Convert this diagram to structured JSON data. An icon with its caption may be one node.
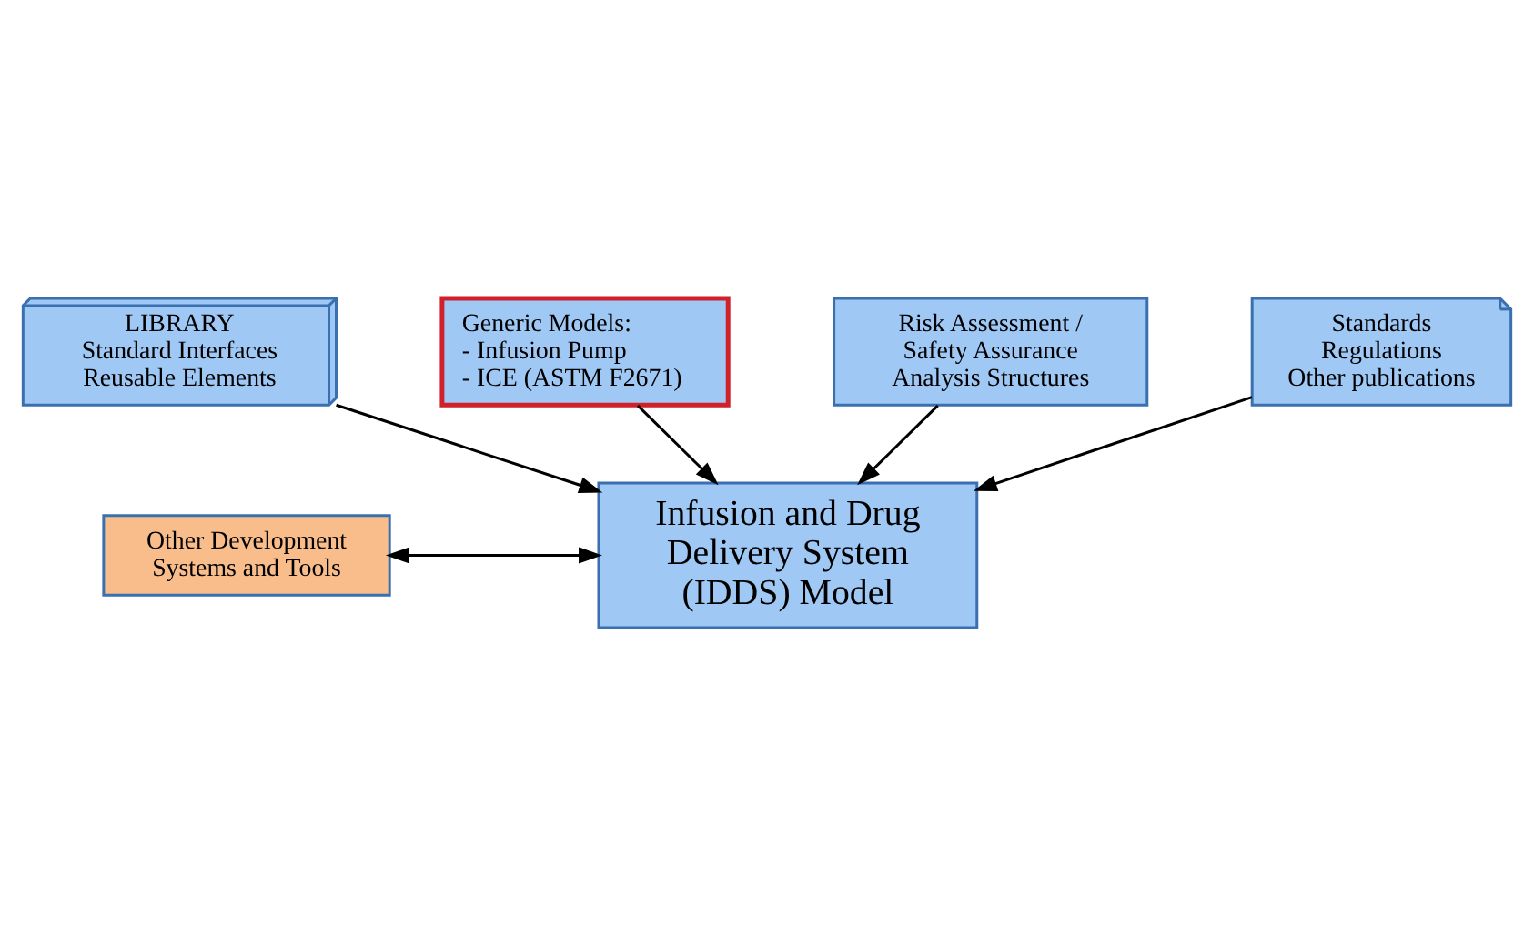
{
  "diagram": {
    "nodes": [
      {
        "text": [
          "LIBRARY",
          "Standard Interfaces",
          "Reusable Elements"
        ]
      },
      {
        "text": [
          "Generic Models:",
          "- Infusion Pump",
          "- ICE (ASTM F2671)"
        ]
      },
      {
        "text": [
          "Other Development Systems and Tools"
        ]
      },
      {
        "text": [
          "Infusion and Drug Delivery System (IDDS) Model"
        ]
      },
      {
        "text": [
          "Risk Assessment / Safety Assurance Analysis Structures"
        ]
      },
      {
        "text": [
          "Standards",
          "Regulations",
          "Other publications"
        ]
      }
    ],
    "edges": [
      {
        "from": 0,
        "to": 3,
        "arrow": "to"
      },
      {
        "from": 1,
        "to": 3,
        "arrow": "to"
      },
      {
        "from": 2,
        "to": 3,
        "arrow": "both"
      },
      {
        "from": 4,
        "to": 3,
        "arrow": "to"
      },
      {
        "from": 5,
        "to": 3,
        "arrow": "to"
      }
    ]
  }
}
